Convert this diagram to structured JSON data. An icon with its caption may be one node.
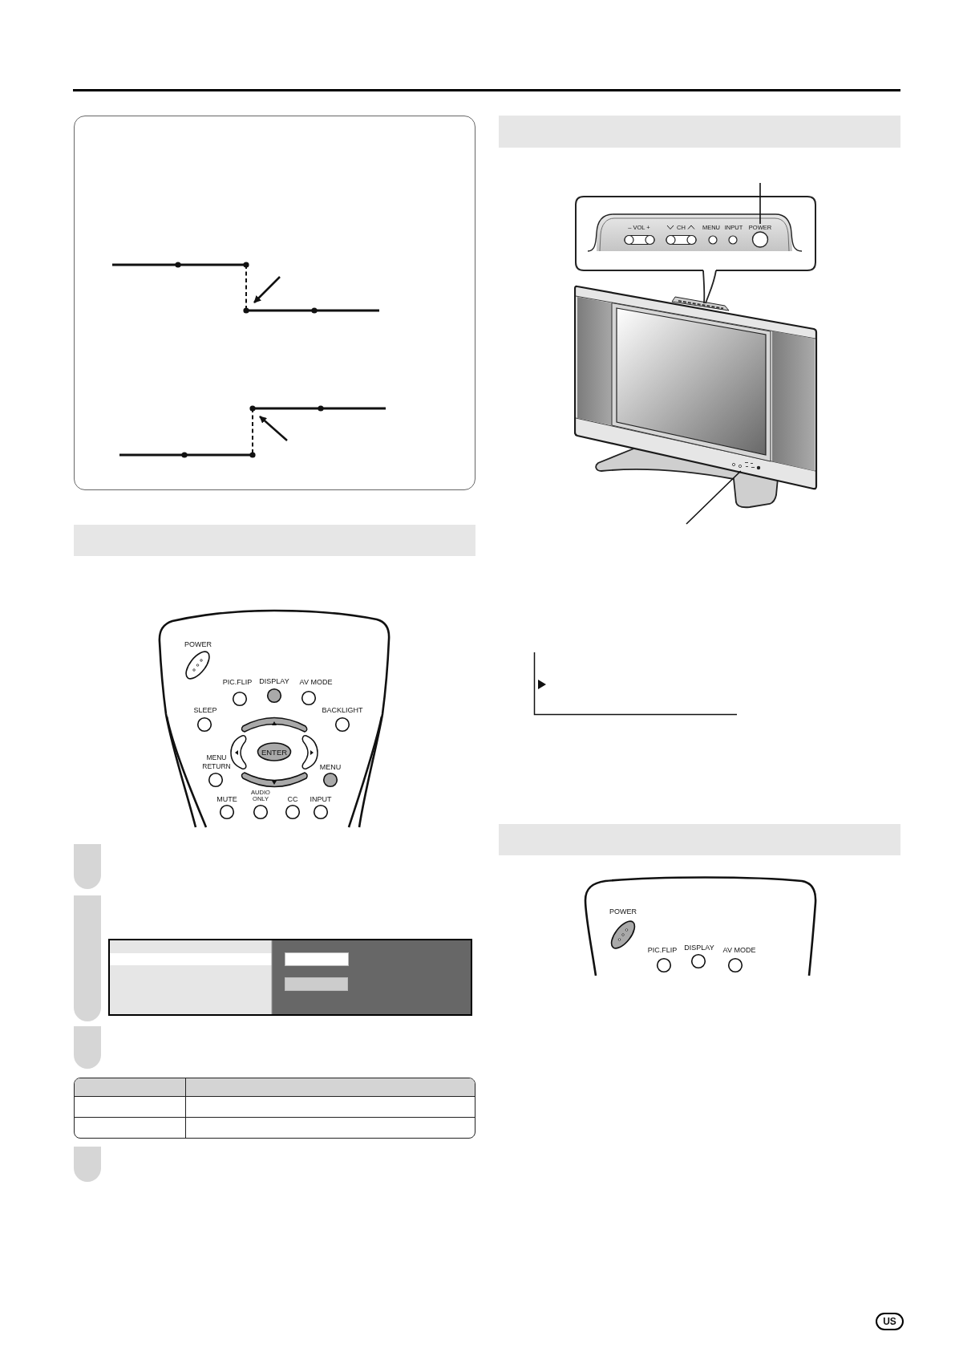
{
  "diagram": {
    "nodes": [
      {
        "text": [],
        "shape": "bar"
      },
      {
        "text": [],
        "shape": "bar"
      },
      {
        "text": [],
        "shape": "bar"
      },
      {
        "text": [],
        "shape": "bar"
      },
      {
        "text": [
          "POWER"
        ]
      },
      {
        "text": [],
        "shape": "picture"
      }
    ],
    "edges": [
      {
        "from": null,
        "to": 4,
        "arrow": "none"
      },
      {
        "from": null,
        "to": 5,
        "arrow": "none"
      }
    ],
    "labels": [
      "POWER",
      "PIC.FLIP",
      "DISPLAY",
      "AV MODE",
      "SLEEP",
      "BACKLIGHT",
      "ENTER",
      "MENU RETURN",
      "MENU",
      "MUTE",
      "AUDIO ONLY",
      "CC",
      "INPUT",
      "– VOL +",
      "CH",
      "MENU",
      "INPUT",
      "POWER",
      "PIC.FLIP",
      "DISPLAY",
      "AV MODE",
      "US"
    ]
  }
}
